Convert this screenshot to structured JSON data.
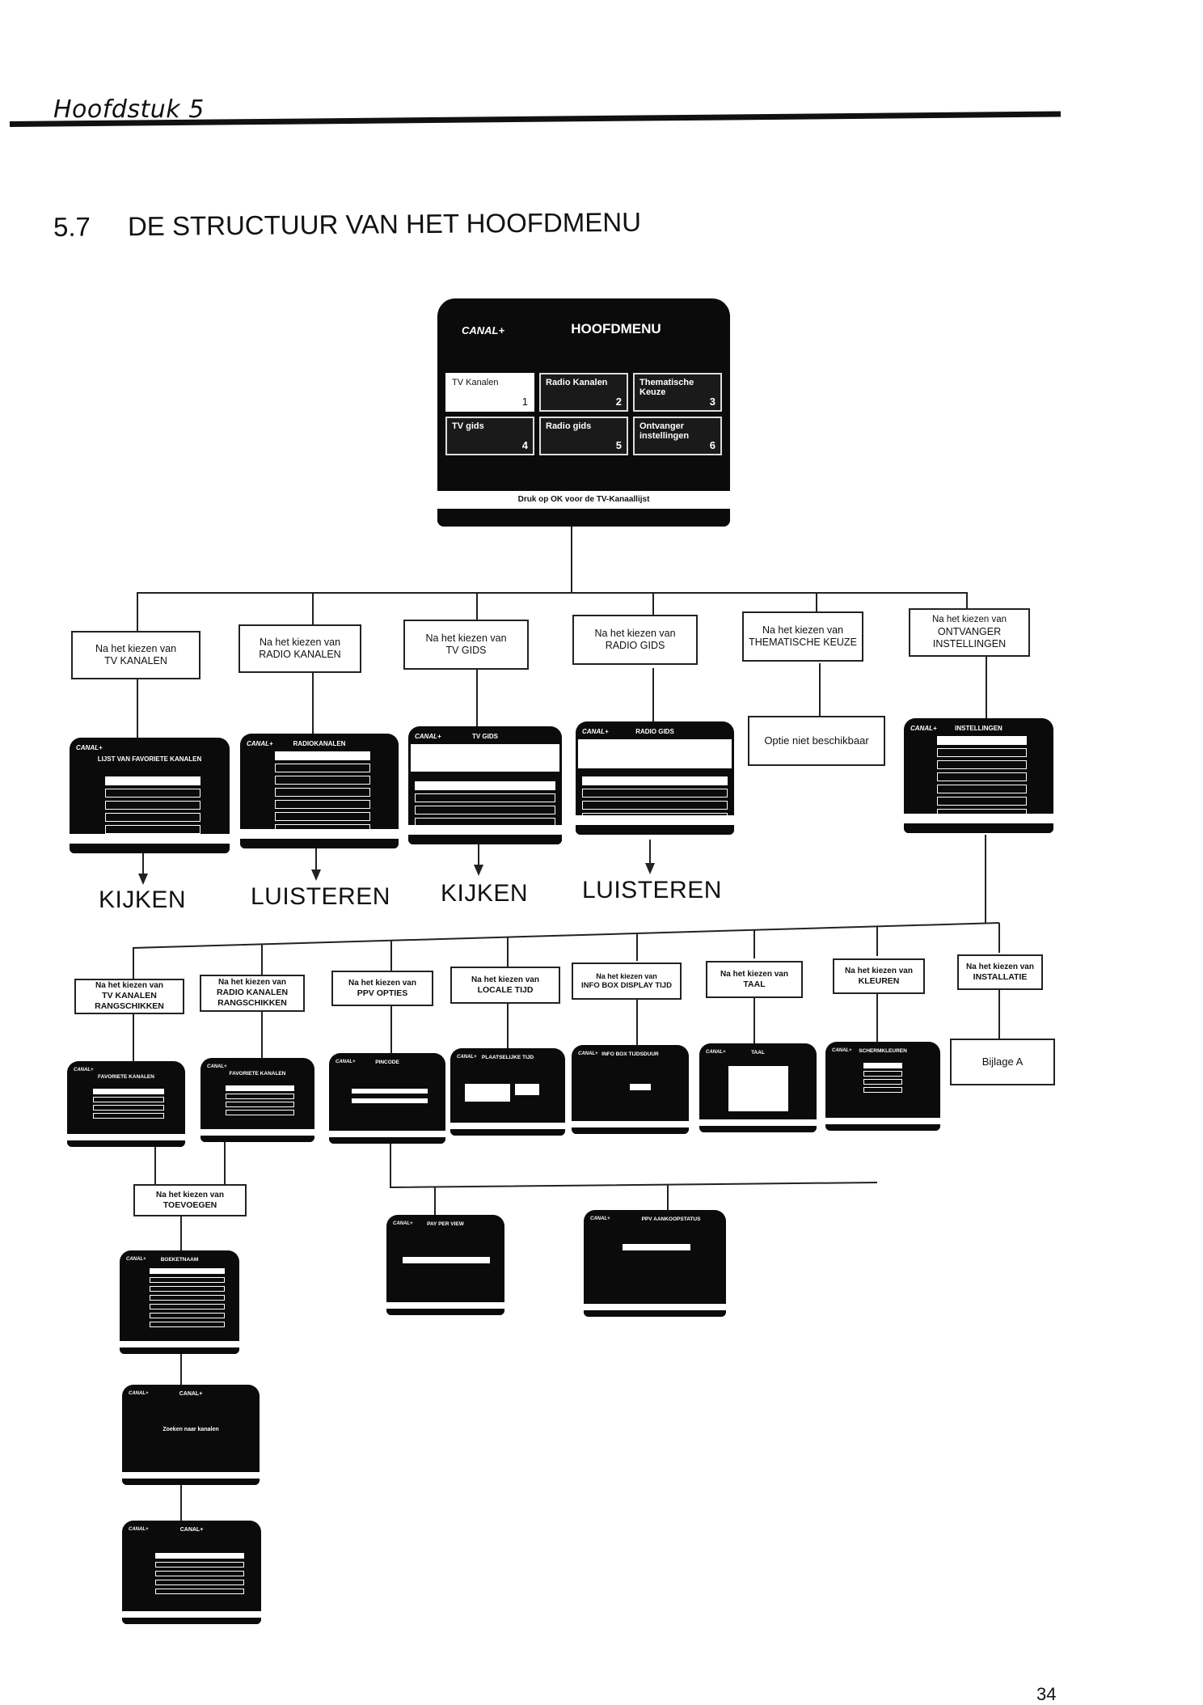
{
  "header": {
    "chapter": "Hoofdstuk 5",
    "section_number": "5.7",
    "section_title": "DE STRUCTUUR VAN HET HOOFDMENU"
  },
  "main_menu": {
    "brand": "CANAL+",
    "title": "HOOFDMENU",
    "items": [
      {
        "label": "TV Kanalen",
        "number": "1",
        "selected": true
      },
      {
        "label": "Radio Kanalen",
        "number": "2",
        "selected": false
      },
      {
        "label": "Thematische Keuze",
        "number": "3",
        "selected": false
      },
      {
        "label": "TV gids",
        "number": "4",
        "selected": false
      },
      {
        "label": "Radio gids",
        "number": "5",
        "selected": false
      },
      {
        "label": "Ontvanger instellingen",
        "number": "6",
        "selected": false
      }
    ],
    "footer": "Druk op OK voor de TV-Kanaallijst"
  },
  "level1": {
    "prefix": "Na het kiezen van",
    "branches": [
      {
        "label": "TV KANALEN",
        "screen_title": "LIJST VAN FAVORIETE KANALEN",
        "result": "KIJKEN"
      },
      {
        "label": "RADIO KANALEN",
        "screen_title": "RADIOKANALEN",
        "result": "LUISTEREN"
      },
      {
        "label": "TV GIDS",
        "screen_title": "TV GIDS",
        "result": "KIJKEN"
      },
      {
        "label": "RADIO GIDS",
        "screen_title": "RADIO GIDS",
        "result": "LUISTEREN"
      },
      {
        "label": "THEMATISCHE KEUZE",
        "note": "Optie niet beschikbaar"
      },
      {
        "label": "ONTVANGER INSTELLINGEN",
        "screen_title": "INSTELLINGEN"
      }
    ]
  },
  "level2": {
    "prefix": "Na het kiezen van",
    "branches": [
      {
        "label": "TV KANALEN",
        "label2": "RANGSCHIKKEN",
        "screen_title": "FAVORIETE KANALEN"
      },
      {
        "label": "RADIO KANALEN",
        "label2": "RANGSCHIKKEN",
        "screen_title": "FAVORIETE KANALEN"
      },
      {
        "label": "PPV OPTIES",
        "screen_title": "PINCODE"
      },
      {
        "label": "LOCALE TIJD",
        "screen_title": "PLAATSELIJKE TIJD"
      },
      {
        "label": "INFO BOX DISPLAY TIJD",
        "screen_title": "INFO BOX TIJDSDUUR"
      },
      {
        "label": "TAAL",
        "screen_title": "TAAL"
      },
      {
        "label": "KLEUREN",
        "screen_title": "SCHERMKLEUREN"
      },
      {
        "label": "INSTALLATIE",
        "note": "Bijlage A"
      }
    ]
  },
  "level3": {
    "add": {
      "prefix": "Na het kiezen van",
      "label": "TOEVOEGEN",
      "screen_title": "BOEKETNAAM"
    },
    "add_screens": [
      {
        "brand": "CANAL+",
        "message": "Zoeken naar kanalen"
      },
      {
        "brand": "CANAL+"
      }
    ],
    "ppv_screens": [
      {
        "screen_title": "PAY PER VIEW"
      },
      {
        "screen_title": "PPV AANKOOPSTATUS"
      }
    ]
  },
  "brand_small": "CANAL+",
  "page_number": "34"
}
